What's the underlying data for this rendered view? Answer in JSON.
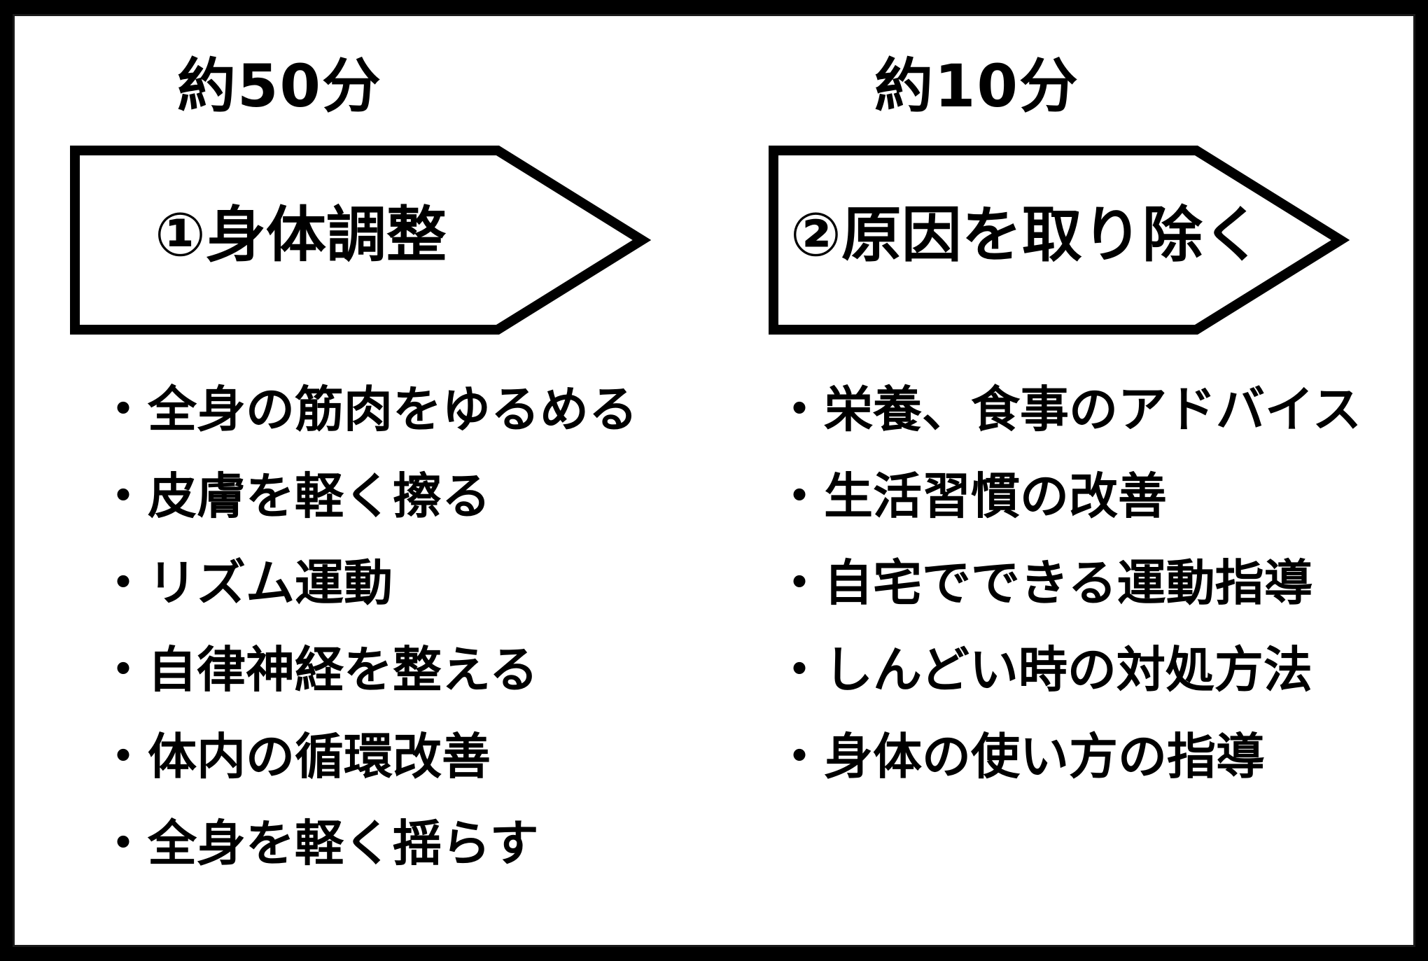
{
  "steps": [
    {
      "duration": "約50分",
      "label": "①身体調整",
      "items": [
        "・全身の筋肉をゆるめる",
        "・皮膚を軽く擦る",
        "・リズム運動",
        "・自律神経を整える",
        "・体内の循環改善",
        "・全身を軽く揺らす"
      ]
    },
    {
      "duration": "約10分",
      "label": "②原因を取り除く",
      "items": [
        "・栄養、食事のアドバイス",
        "・生活習慣の改善",
        "・自宅でできる運動指導",
        "・しんどい時の対処方法",
        "・身体の使い方の指導"
      ]
    }
  ],
  "colors": {
    "background": "#ffffff",
    "frame": "#000000",
    "stroke": "#000000",
    "text": "#000000"
  }
}
